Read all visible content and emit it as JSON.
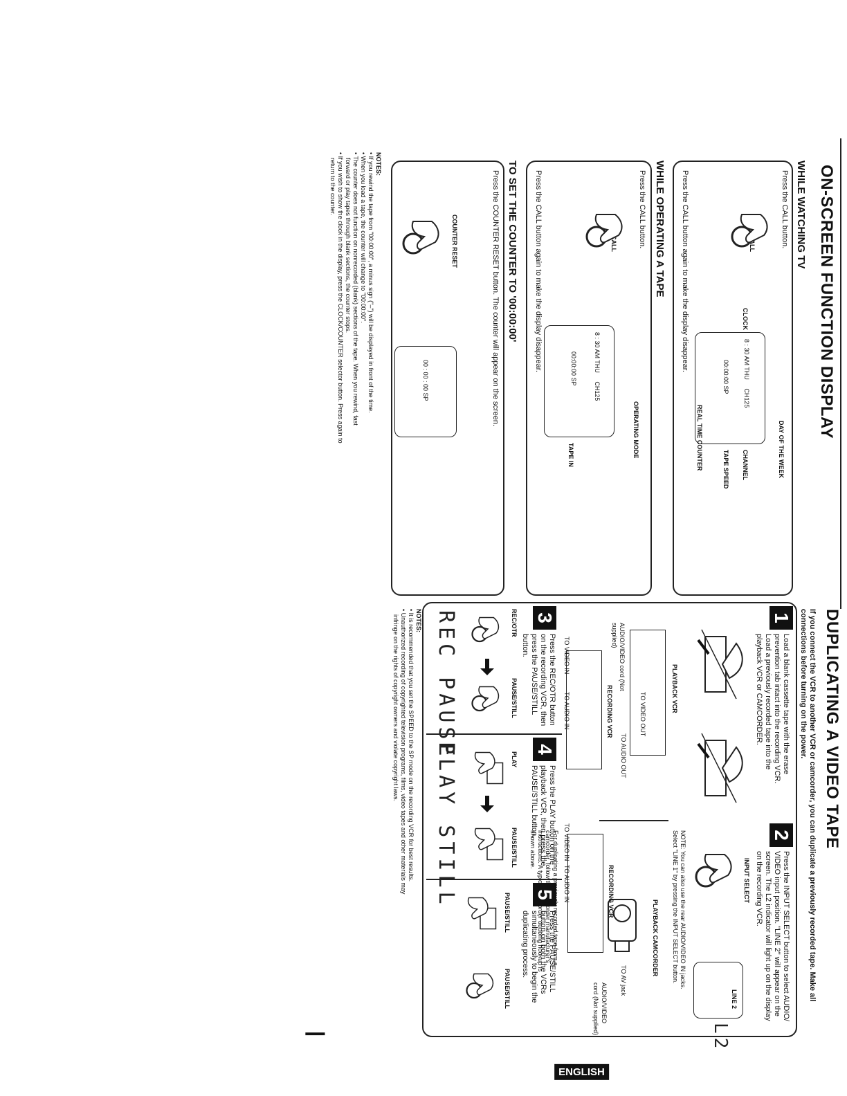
{
  "osd": {
    "title": "ON-SCREEN FUNCTION DISPLAY",
    "watching_tv": {
      "heading": "WHILE WATCHING TV",
      "step1": "Press the CALL button.",
      "step2": "Press the CALL button again to make the display disappear.",
      "button_label": "CALL",
      "screen_line1": "8 : 30 AM THU     CH125",
      "screen_line2": "00:00:00 SP",
      "labels": {
        "day": "DAY OF THE WEEK",
        "clock": "CLOCK",
        "channel": "CHANNEL",
        "speed": "TAPE SPEED",
        "counter": "REAL TIME COUNTER"
      }
    },
    "operating_tape": {
      "heading": "WHILE OPERATING A TAPE",
      "step1": "Press the CALL button.",
      "step2": "Press the CALL button again to make the display disappear.",
      "button_label": "CALL",
      "screen_line1": "8 : 30 AM THU     CH125",
      "screen_line2": "00:00:00 SP",
      "labels": {
        "mode": "OPERATING MODE",
        "tape_in": "TAPE IN"
      }
    },
    "counter_reset": {
      "heading": "TO SET THE COUNTER TO '00:00:00'",
      "text": "Press the COUNTER RESET button. The counter will appear on the screen.",
      "button_label": "COUNTER RESET",
      "screen": "00 : 00 : 00 SP"
    },
    "notes_label": "NOTES:",
    "notes": [
      "• If you rewind the tape from \"00:00:00\", a minus sign (\"–\") will be displayed in front of the time.",
      "• When you load a tape, the counter will change to \"00:00:00\".",
      "• The counter does not function on nonrecorded (blank) sections of the tape. When you rewind, fast",
      "forward or play tapes through blank sections, the counter stops.",
      "• If you wish to show the clock in the display, press the CLOCK/COUNTER selector button. Press again to",
      "return to the counter."
    ]
  },
  "dup": {
    "title": "DUPLICATING A VIDEO TAPE",
    "intro1": "If you connect the VCR to another VCR or camcorder, you can duplicate a previously recorded tape. Make all",
    "intro2": "connections before turning on the power.",
    "step1": {
      "num": "1",
      "lines": [
        "Load a blank cassette tape with the erase",
        "prevention tab intact into the recording VCR.",
        "Load a previously recorded tape into the",
        "playback VCR or CAMCORDER."
      ]
    },
    "step2": {
      "num": "2",
      "lines": [
        "Press the INPUT SELECT button to select AUDIO/",
        "VIDEO input position. \"LINE 2\" will appear on the",
        "screen. The L2 indicator will light up on the display",
        "on the recording VCR."
      ],
      "button_label": "INPUT SELECT",
      "screen_label": "LINE 2",
      "lcd": "L2",
      "note": [
        "NOTE: You can also use the rear AUDIO/VIDEO IN jacks.",
        "Select \"LINE 1\" by pressing the INPUT SELECT button."
      ]
    },
    "diagram1": {
      "playback_vcr": "PLAYBACK VCR",
      "recording_vcr": "RECORDING VCR",
      "video_out": "TO VIDEO OUT",
      "audio_out": "TO AUDIO OUT",
      "video_in": "TO VIDEO IN",
      "audio_in": "TO AUDIO IN",
      "cord": "AUDIO/VIDEO cord (Not supplied)"
    },
    "diagram2": {
      "playback_cam": "PLAYBACK CAMCORDER",
      "recording_vcr": "RECORDING VCR",
      "to_av": "TO AV jack",
      "video_in": "TO VIDEO IN",
      "audio_in": "TO AUDIO IN",
      "cord1": "AUDIO/VIDEO",
      "cord2": "cord (Not supplied)",
      "text": [
        "For duplicating a previously recorded tape from a",
        "camcorder, follow the camcorder manufacturer's",
        "instructions. A typical camcorder dubbing hookup is",
        "shown above."
      ]
    },
    "step3": {
      "num": "3",
      "lines": [
        "Press the REC/OTR button",
        "on the recording VCR, then",
        "press the PAUSE/STILL",
        "button."
      ],
      "btn_a": "REC/OTR",
      "btn_b": "PAUSE/STILL",
      "lcd": "REC PAUSE"
    },
    "step4": {
      "num": "4",
      "lines": [
        "Press the PLAY button on the",
        "playback VCR, then press the",
        "PAUSE/STILL button."
      ],
      "btn_a": "PLAY",
      "btn_b": "PAUSE/STILL",
      "lcd": "PLAY STILL"
    },
    "step5": {
      "num": "5",
      "lines": [
        "Press the PAUSE/STILL",
        "button on both the VCRs",
        "simultaneously to begin the",
        "duplicating process."
      ],
      "btn_a": "PAUSE/STILL",
      "btn_b": "PAUSE/STILL"
    },
    "notes_label": "NOTES:",
    "notes": [
      "• It is recommended that you set the SPEED to the SP mode on the recording VCR for best results.",
      "• Unauthorized recording of copyrighted television programs, films, video tapes and other materials may",
      "infringe on the rights of copyright owners and violate copyright laws."
    ]
  },
  "badge": "ENGLISH",
  "page_mark": "|"
}
